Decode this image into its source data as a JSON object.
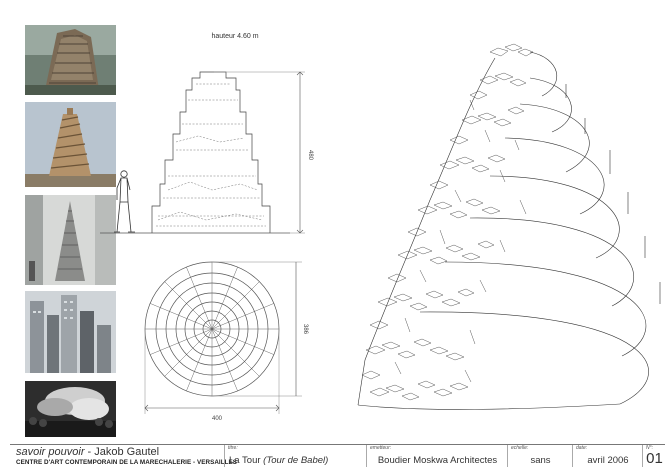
{
  "drawing": {
    "height_label": "hauteur 4.60 m",
    "elevation_dim": "480",
    "plan_dim_vertical": "386",
    "plan_dim_horizontal": "400"
  },
  "thumbnails": [
    {
      "name": "babel-painting-thumbnail"
    },
    {
      "name": "spiral-minaret-thumbnail"
    },
    {
      "name": "tower-sculpture-thumbnail"
    },
    {
      "name": "skyscrapers-thumbnail"
    },
    {
      "name": "crowd-smoke-thumbnail"
    }
  ],
  "titleblock": {
    "project": "savoir pouvoir",
    "separator": " - ",
    "author": "Jakob Gautel",
    "organisation": "CENTRE D'ART CONTEMPORAIN DE LA MARECHALERIE - VERSAILLES",
    "title_caption": "titre:",
    "title_value": "La Tour ",
    "title_italic": "(Tour de Babel)",
    "issuer_caption": "emetteur:",
    "issuer_value": "Boudier Moskwa Architectes",
    "scale_caption": "echelle:",
    "scale_value": "sans",
    "date_caption": "date:",
    "date_value": "avril 2006",
    "number_caption": "N°:",
    "number_value": "01"
  }
}
